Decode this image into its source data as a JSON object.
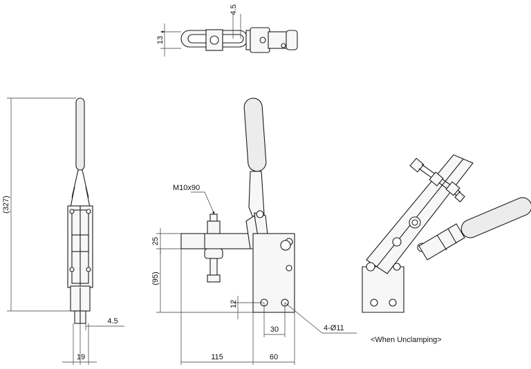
{
  "dimensions": {
    "top_height": "13",
    "top_offset": "4.5",
    "overall_height": "(327)",
    "side_offset": "4.5",
    "side_width": "19",
    "bar_height": "25",
    "spindle_height": "(95)",
    "hole_vertical": "12",
    "hole_spacing": "30",
    "arm_length": "115",
    "base_width": "60"
  },
  "callouts": {
    "spindle": "M10x90",
    "holes": "4-Ø11"
  },
  "caption": "<When Unclamping>"
}
